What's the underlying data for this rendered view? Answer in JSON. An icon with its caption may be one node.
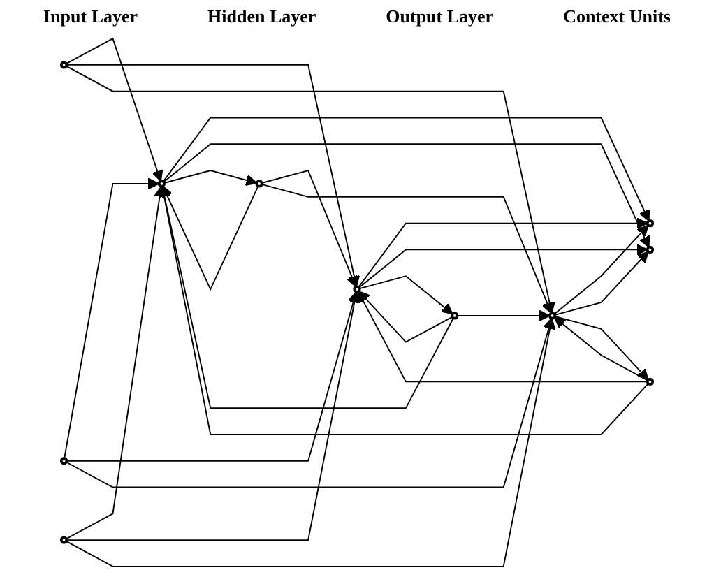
{
  "diagram": {
    "nodes": [
      {
        "text": [],
        "shape": "circle"
      },
      {
        "text": [],
        "shape": "circle"
      },
      {
        "text": [],
        "shape": "circle"
      },
      {
        "text": [],
        "shape": "circle"
      },
      {
        "text": [],
        "shape": "circle"
      },
      {
        "text": [],
        "shape": "circle"
      },
      {
        "text": [],
        "shape": "circle"
      },
      {
        "text": [],
        "shape": "circle"
      },
      {
        "text": [],
        "shape": "circle"
      },
      {
        "text": [],
        "shape": "circle"
      },
      {
        "text": [],
        "shape": "circle"
      }
    ],
    "edges": [
      {
        "from": 0,
        "to": 6,
        "arrow": "to"
      },
      {
        "from": 0,
        "to": 7,
        "arrow": "to"
      },
      {
        "from": 0,
        "to": 8,
        "arrow": "to"
      },
      {
        "from": 1,
        "to": 6,
        "arrow": "to"
      },
      {
        "from": 1,
        "to": 7,
        "arrow": "to"
      },
      {
        "from": 1,
        "to": 8,
        "arrow": "to"
      },
      {
        "from": 2,
        "to": 6,
        "arrow": "to"
      },
      {
        "from": 2,
        "to": 7,
        "arrow": "to"
      },
      {
        "from": 2,
        "to": 8,
        "arrow": "to"
      },
      {
        "from": 3,
        "to": 6,
        "arrow": "to"
      },
      {
        "from": 3,
        "to": 7,
        "arrow": "to"
      },
      {
        "from": 3,
        "to": 8,
        "arrow": "to"
      },
      {
        "from": 4,
        "to": 6,
        "arrow": "to"
      },
      {
        "from": 4,
        "to": 7,
        "arrow": "to"
      },
      {
        "from": 4,
        "to": 8,
        "arrow": "to"
      },
      {
        "from": 5,
        "to": 6,
        "arrow": "to"
      },
      {
        "from": 5,
        "to": 7,
        "arrow": "to"
      },
      {
        "from": 5,
        "to": 8,
        "arrow": "to"
      },
      {
        "from": 6,
        "to": 9,
        "arrow": "to"
      },
      {
        "from": 6,
        "to": 10,
        "arrow": "to"
      },
      {
        "from": 7,
        "to": 9,
        "arrow": "to"
      },
      {
        "from": 7,
        "to": 10,
        "arrow": "to"
      },
      {
        "from": 8,
        "to": 9,
        "arrow": "to"
      },
      {
        "from": 8,
        "to": 10,
        "arrow": "to"
      },
      {
        "from": 6,
        "to": 3,
        "arrow": "to"
      },
      {
        "from": 7,
        "to": 4,
        "arrow": "to"
      },
      {
        "from": 8,
        "to": 5,
        "arrow": "to"
      }
    ],
    "labels": [
      "Input Layer",
      "Hidden Layer",
      "Output Layer",
      "Context Units"
    ]
  }
}
